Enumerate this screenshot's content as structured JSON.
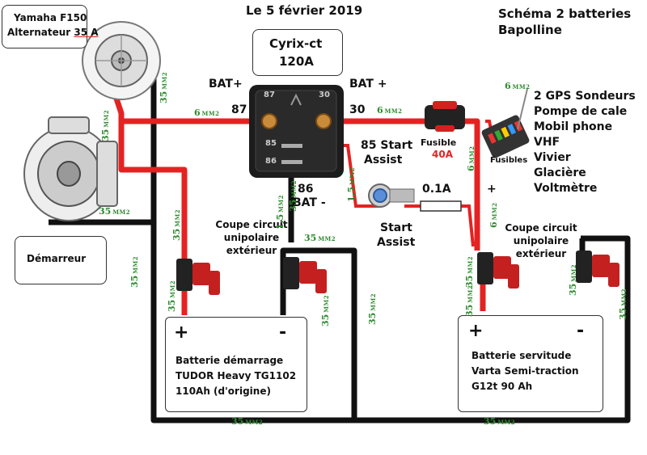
{
  "date": "Le 5 février 2019",
  "title": [
    "Schéma 2 batteries",
    "Bapolline"
  ],
  "alternator": {
    "line1": "Yamaha F150",
    "line2_prefix": "Alternateur ",
    "line2_value": "35 A"
  },
  "starter": "Démarreur",
  "relay": {
    "name": "Cyrix-ct",
    "rating": "120A",
    "terminal_87": "87",
    "terminal_30": "30",
    "terminal_85": "85",
    "terminal_86": "86",
    "label_bat_left": "BAT+",
    "label_bat_right": "BAT +",
    "label_87": "87",
    "label_30": "30",
    "label_85": [
      "85 Start",
      "Assist"
    ],
    "label_86": [
      "86",
      "BAT -"
    ]
  },
  "fuse": {
    "label": "Fusible",
    "value": "40A"
  },
  "fuse_box_label": "Fusibles",
  "small_fuse": "0.1A",
  "start_assist": [
    "Start",
    "Assist"
  ],
  "plus_sign": "+",
  "loads": [
    "2 GPS Sondeurs",
    "Pompe de cale",
    "Mobil phone",
    "VHF",
    "Vivier",
    "Glacière",
    "Voltmètre"
  ],
  "switch_left": [
    "Coupe circuit",
    "unipolaire",
    "extérieur"
  ],
  "switch_right": [
    "Coupe circuit",
    "unipolaire",
    "extérieur"
  ],
  "battery_start": {
    "plus": "+",
    "minus": "-",
    "lines": [
      "Batterie démarrage",
      "TUDOR Heavy TG1102",
      "110Ah (d'origine)"
    ]
  },
  "battery_service": {
    "plus": "+",
    "minus": "-",
    "lines": [
      "Batterie servitude",
      "Varta Semi-traction",
      "G12t 90 Ah"
    ]
  },
  "wire_labels": {
    "w_top_alt": "35",
    "w_top_alt_unit": "MM2",
    "w_alt_down": "35",
    "w_alt_down_unit": "MM2",
    "w_87": "6",
    "w_87_unit": "MM2",
    "w_30": "6",
    "w_30_unit": "MM2",
    "w_fusebox": "6",
    "w_fusebox_unit": "MM2",
    "w_fuse_down": "6",
    "w_fuse_down_unit": "MM2",
    "w_fuse_down2": "6",
    "w_fuse_down2_unit": "MM2",
    "w_starter": "35",
    "w_starter_unit": "MM2",
    "w_starter_down": "35",
    "w_starter_down_unit": "MM2",
    "w_red_left": "35",
    "w_red_left_unit": "MM2",
    "w_red_left2": "35",
    "w_red_left2_unit": "MM2",
    "w_15_85": "1,5",
    "w_15_85_unit": "MM2",
    "w_15_86": "1,5",
    "w_15_86_unit": "MM2",
    "w_86_black": "35",
    "w_86_black_unit": "MM2",
    "w_black_top": "35",
    "w_black_top_unit": "MM2",
    "w_black_mid": "35",
    "w_black_mid_unit": "MM2",
    "w_black_right_left": "35",
    "w_black_right_left_unit": "MM2",
    "w_bottom_left": "35",
    "w_bottom_left_unit": "MM2",
    "w_bottom_right": "35",
    "w_bottom_right_unit": "MM2",
    "w_serv_plus": "35",
    "w_serv_plus_unit": "MM2",
    "w_serv_plus2": "35",
    "w_serv_plus2_unit": "MM2",
    "w_serv_minus": "35",
    "w_serv_minus_unit": "MM2",
    "w_serv_right": "35",
    "w_serv_right_unit": "MM2"
  },
  "colors": {
    "wire_red": "#e52222",
    "wire_black": "#111111",
    "label_green": "#2e8b2e",
    "relay_body": "#1c1c1c"
  }
}
